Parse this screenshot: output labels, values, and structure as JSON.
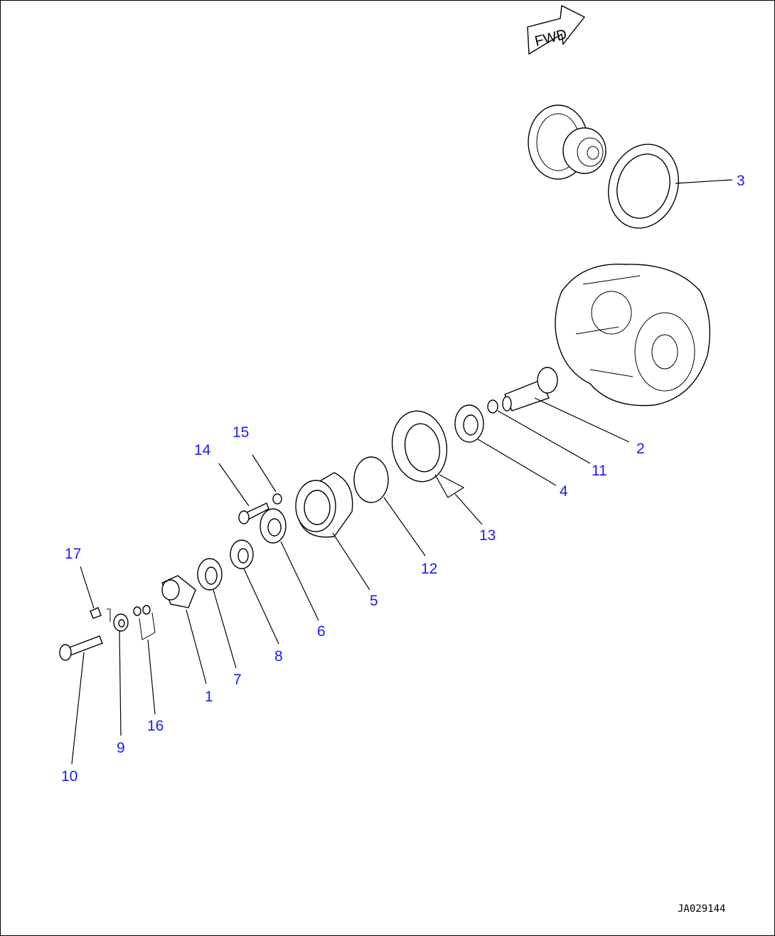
{
  "direction_label": "FWD",
  "drawing_code": "JA029144",
  "callouts": [
    "1",
    "2",
    "3",
    "4",
    "5",
    "6",
    "7",
    "8",
    "9",
    "10",
    "11",
    "12",
    "13",
    "14",
    "15",
    "16",
    "17"
  ]
}
